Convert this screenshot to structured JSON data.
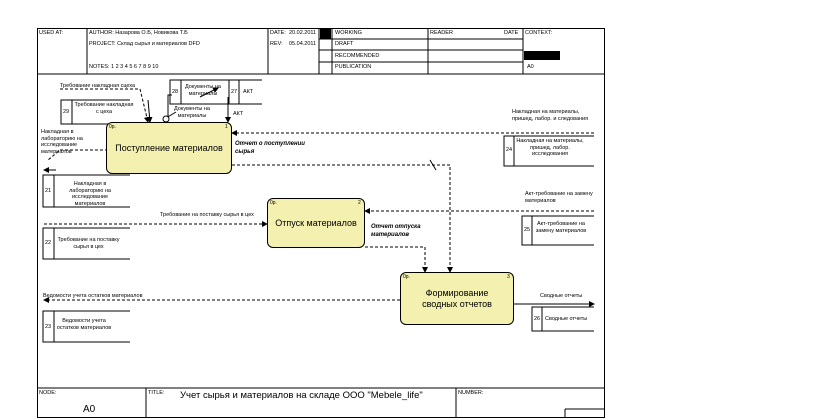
{
  "header": {
    "used_at": "USED AT:",
    "author": "AUTHOR: Назарова О.Б, Новикова Т.Б",
    "project": "PROJECT: Склад сырья и материалов DFD",
    "notes": "NOTES: 1 2 3 4 5 6 7 8 9 10",
    "date_label": "DATE:",
    "date_value": "20.02.2011",
    "rev_label": "REV:",
    "rev_value": "05.04.2011",
    "status": [
      "WORKING",
      "DRAFT",
      "RECOMMENDED",
      "PUBLICATION"
    ],
    "reader": "READER",
    "reader_date": "DATE",
    "context": "CONTEXT:",
    "context_node": "A0"
  },
  "footer": {
    "node_label": "NODE:",
    "node_value": "A0",
    "title_label": "TITLE:",
    "title_value": "Учет сырья и материалов  на складе ООО \"Mebele_life\"",
    "number_label": "NUMBER:"
  },
  "processes": [
    {
      "label": "Поступление материалов",
      "num": "0р.",
      "idx": "1"
    },
    {
      "label": "Отпуск материалов",
      "num": "0р.",
      "idx": "2"
    },
    {
      "label": "Формирование сводных отчетов",
      "num": "0р.",
      "idx": "3"
    }
  ],
  "stores": [
    {
      "num": "28",
      "label": "Документы на материалы"
    },
    {
      "num": "27",
      "label": "АКТ"
    },
    {
      "num": "29",
      "label": "Требование накладная с цеха"
    },
    {
      "num": "24",
      "label": "Накладная на материалы, пришед, лабор. исследования"
    },
    {
      "num": "21",
      "label": "Накладная в лабораторию на исследование материалов"
    },
    {
      "num": "22",
      "label": "Требование на поставку сырья в цех"
    },
    {
      "num": "25",
      "label": "Акт-требование на замену материалов"
    },
    {
      "num": "23",
      "label": "Ведомости учета остатков материалов"
    },
    {
      "num": "26",
      "label": "Сводные отчеты"
    }
  ],
  "flows": {
    "treb_nakl": "Требование накладная сцеха",
    "doc_mat": "Документы на материалы",
    "akt": "АКТ",
    "nakl_lab": "Накладная в лабораторию на исследование материалов",
    "nakl_mat": "Накладная на материалы, пришед, лабор. и следования",
    "otchet_post": "Отчет о поступлении сырья",
    "treb_post": "Требование на поставку сырья в цех",
    "akt_treb": "Акт-требование на замену материалов",
    "otchet_otp": "Отчет отпуска материалов",
    "vedom": "Ведомости учета остатков материалов",
    "svod": "Сводные отчеты"
  }
}
